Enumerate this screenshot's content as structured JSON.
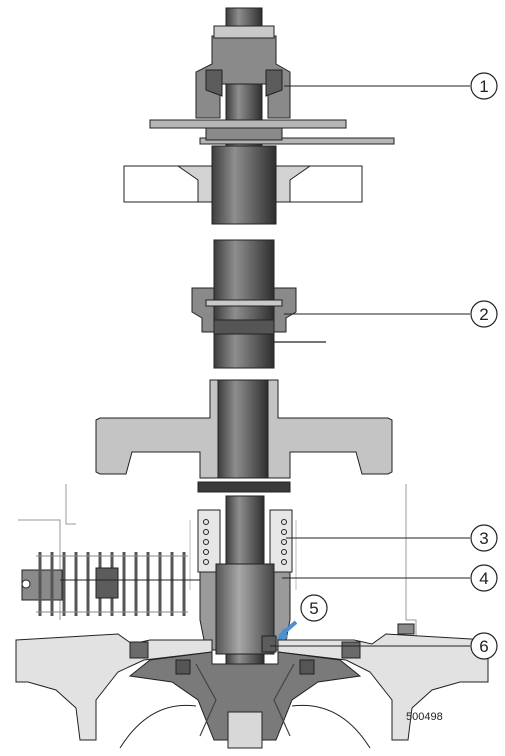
{
  "figure": {
    "id_label": "500498",
    "callouts": [
      {
        "number": "1"
      },
      {
        "number": "2"
      },
      {
        "number": "3"
      },
      {
        "number": "4"
      },
      {
        "number": "5"
      },
      {
        "number": "6"
      }
    ]
  },
  "colors": {
    "metal_dark": "#5c5c5c",
    "metal_mid": "#8a8a8a",
    "metal_light": "#c9c9c9",
    "section_light": "#dcdcdc",
    "outline": "#222222",
    "arrow_blue": "#4a8fd0"
  }
}
